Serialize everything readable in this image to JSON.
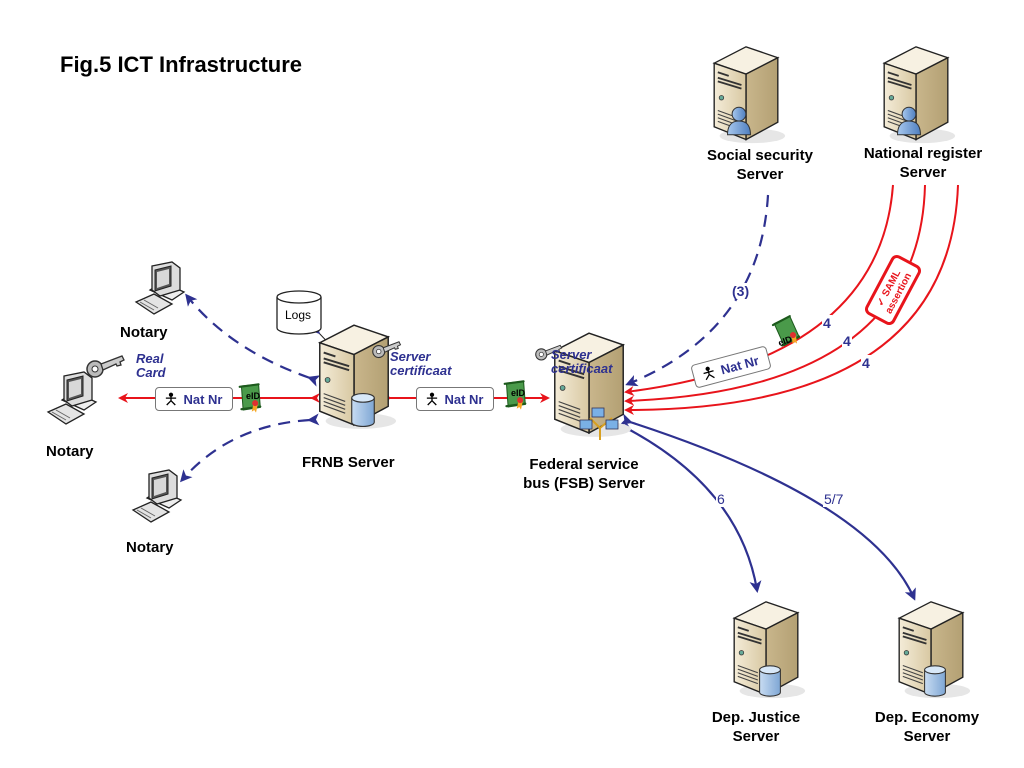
{
  "title": "Fig.5 ICT Infrastructure",
  "nodes": {
    "notary_top": "Notary",
    "notary_left": "Notary",
    "notary_bottom": "Notary",
    "frnb": "FRNB Server",
    "fsb_line1": "Federal service",
    "fsb_line2": "bus (FSB) Server",
    "social_line1": "Social security",
    "social_line2": "Server",
    "natreg_line1": "National register",
    "natreg_line2": "Server",
    "justice_line1": "Dep. Justice",
    "justice_line2": "Server",
    "economy_line1": "Dep. Economy",
    "economy_line2": "Server",
    "logs": "Logs"
  },
  "annotations": {
    "real_card_1": "Real",
    "real_card_2": "Card",
    "cert_frnb_1": "Server",
    "cert_frnb_2": "certificaat",
    "cert_fsb_1": "Server",
    "cert_fsb_2": "certificaat",
    "natnr": "Nat Nr",
    "eid": "eID",
    "saml_1": "SAML",
    "saml_2": "assertion",
    "check": "✓"
  },
  "edge_labels": {
    "social": "(3)",
    "natreg_a": "4",
    "natreg_b": "4",
    "natreg_c": "4",
    "justice": "6",
    "economy": "5/7"
  },
  "colors": {
    "red": "#e8141b",
    "blue": "#2e3190",
    "server_beige": "#e9dcc0",
    "eid_green": "#4a9a4a"
  }
}
